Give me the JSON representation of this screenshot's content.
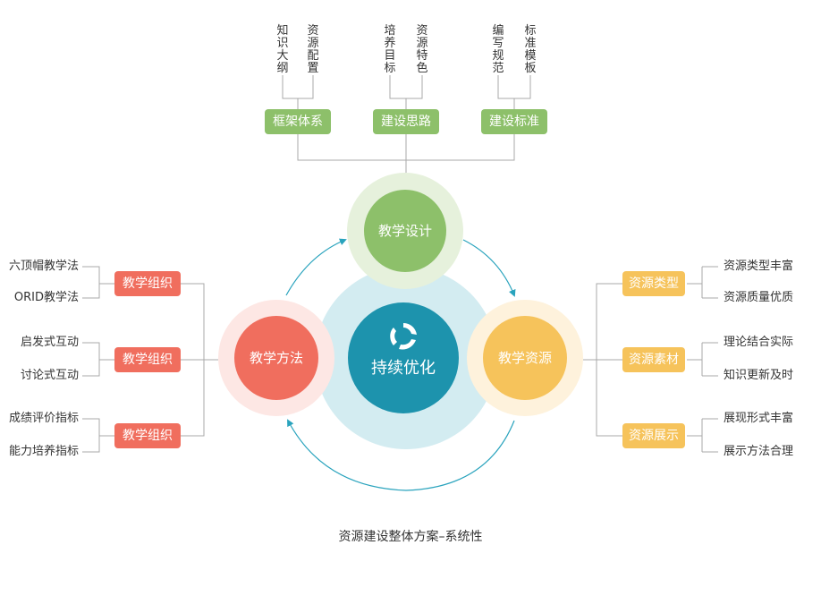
{
  "top": {
    "groups": [
      {
        "label": "框架体系",
        "items": [
          "知识大纲",
          "资源配置"
        ]
      },
      {
        "label": "建设思路",
        "items": [
          "培养目标",
          "资源特色"
        ]
      },
      {
        "label": "建设标准",
        "items": [
          "编写规范",
          "标准模板"
        ]
      }
    ]
  },
  "left": {
    "groups": [
      {
        "label": "教学组织",
        "items": [
          "六顶帽教学法",
          "ORID教学法"
        ]
      },
      {
        "label": "教学组织",
        "items": [
          "启发式互动",
          "讨论式互动"
        ]
      },
      {
        "label": "教学组织",
        "items": [
          "成绩评价指标",
          "能力培养指标"
        ]
      }
    ]
  },
  "right": {
    "groups": [
      {
        "label": "资源类型",
        "items": [
          "资源类型丰富",
          "资源质量优质"
        ]
      },
      {
        "label": "资源素材",
        "items": [
          "理论结合实际",
          "知识更新及时"
        ]
      },
      {
        "label": "资源展示",
        "items": [
          "展现形式丰富",
          "展示方法合理"
        ]
      }
    ]
  },
  "circles": {
    "design": "教学设计",
    "method": "教学方法",
    "resource": "教学资源",
    "center": "持续优化"
  },
  "caption": "资源建设整体方案–系统性",
  "colors": {
    "green": "#8dc06a",
    "red": "#f06e5e",
    "yellow": "#f6c35b",
    "blue": "#1d93ad",
    "arrow": "#29a3bd"
  }
}
